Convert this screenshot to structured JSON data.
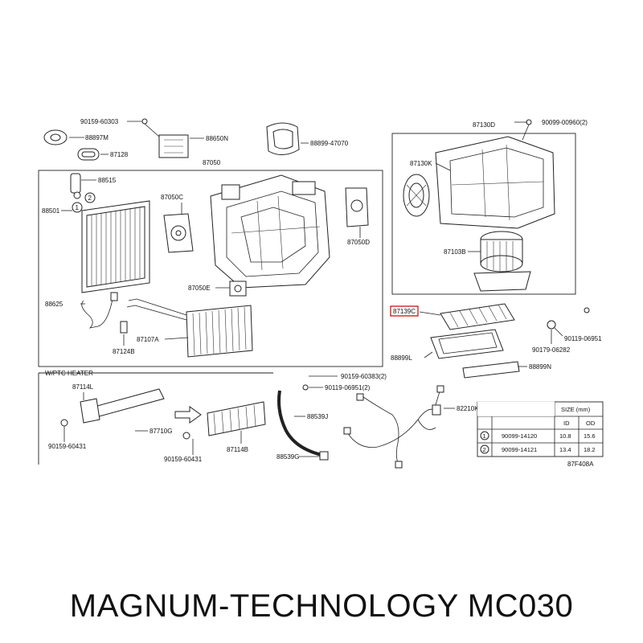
{
  "labels": {
    "p90159_60303": "90159-60303",
    "p88897m": "88897M",
    "p87128": "87128",
    "p88650n": "88650N",
    "p88899_47070": "88899-47070",
    "p87050": "87050",
    "p88515": "88515",
    "p88501": "88501",
    "p87050c": "87050C",
    "p87050d": "87050D",
    "p87050e": "87050E",
    "p88625": "88625",
    "p87107a": "87107A",
    "p87124b": "87124B",
    "p87130d": "87130D",
    "p90099_00960": "90099-00960(2)",
    "p87130k": "87130K",
    "p87103b": "87103B",
    "p87139c": "87139C",
    "p90119_06951": "90119-06951",
    "p90179_06282": "90179-06282",
    "p88899l": "88899L",
    "p88899n": "88899N",
    "p90159_60383": "90159-60383(2)",
    "p90119_06951_2": "90119-06951(2)",
    "ptc_heater": "W/PTC HEATER",
    "p87114l": "87114L",
    "p87710g": "87710G",
    "p90159_60431a": "90159-60431",
    "p90159_60431b": "90159-60431",
    "p87114b": "87114B",
    "p88539j": "88539J",
    "p88539g": "88539G",
    "p82210k": "82210K",
    "diagram_code": "87F408A",
    "num1": "1",
    "num2": "2"
  },
  "size_table": {
    "title": "SIZE (mm)",
    "headers": [
      "",
      "",
      "ID",
      "OD"
    ],
    "rows": [
      {
        "mark": "1",
        "part": "90099-14120",
        "id": "10.8",
        "od": "15.6"
      },
      {
        "mark": "2",
        "part": "90099-14121",
        "id": "13.4",
        "od": "18.2"
      }
    ]
  },
  "caption": "MAGNUM-TECHNOLOGY MC030"
}
